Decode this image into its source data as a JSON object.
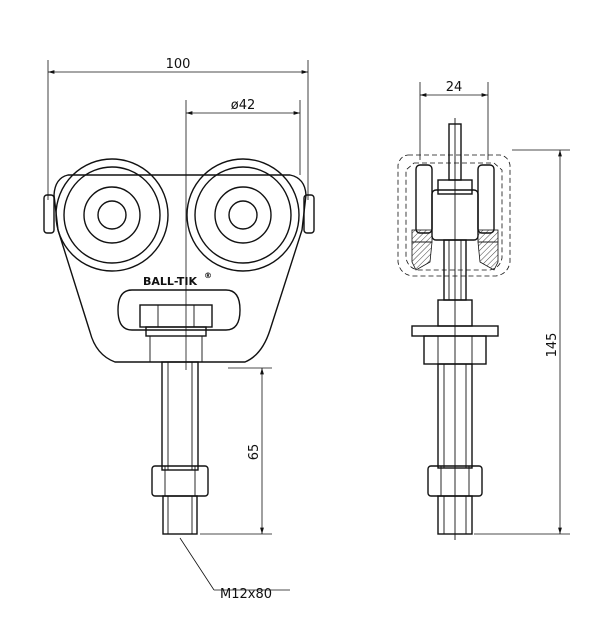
{
  "dimensions": {
    "width_overall": "100",
    "wheel_diameter": "ø42",
    "profile_width": "24",
    "height_total": "145",
    "bolt_length": "65",
    "bolt_spec": "M12x80"
  },
  "logo": {
    "text": "BALL-TIK",
    "mark": "®"
  }
}
